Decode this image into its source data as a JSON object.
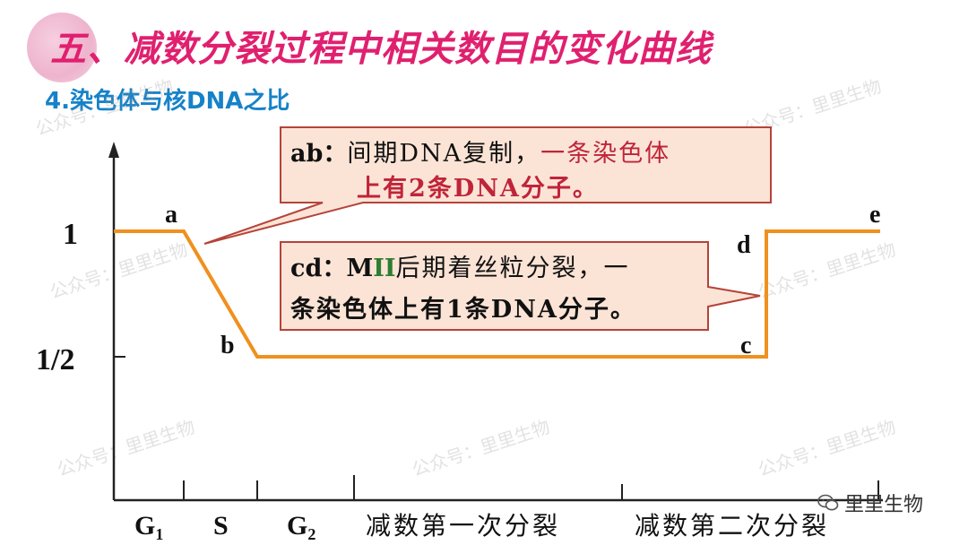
{
  "title": "五、减数分裂过程中相关数目的变化曲线",
  "subtitle": "4.染色体与核DNA之比",
  "watermark": "公众号：里里生物",
  "brand": "里里生物",
  "brand_icon": "wechat-icon",
  "y_ticks": [
    "1",
    "1/2"
  ],
  "x_phases": {
    "g1": {
      "main": "G",
      "sub": "1"
    },
    "s": "S",
    "g2": {
      "main": "G",
      "sub": "2"
    },
    "meiosis1": "减数第一次分裂",
    "meiosis2": "减数第二次分裂"
  },
  "points": {
    "a": "a",
    "b": "b",
    "c": "c",
    "d": "d",
    "e": "e"
  },
  "callout_ab": {
    "label": "ab：",
    "line1_black": "间期DNA复制，",
    "line1_red": "一条染色体",
    "line2_red": "上有2条DNA分子。"
  },
  "callout_cd": {
    "label": "cd：",
    "m": "M",
    "roman": "II",
    "line1_rest": "后期着丝粒分裂，一",
    "line2": "条染色体上有1条DNA分子。"
  },
  "colors": {
    "curve": "#f0901e",
    "title": "#e0206f",
    "subtitle": "#1682c8",
    "callout_fill": "#fbe4d6",
    "callout_border": "#b5433a",
    "red_text": "#c0243a",
    "green_text": "#2e7d32"
  }
}
